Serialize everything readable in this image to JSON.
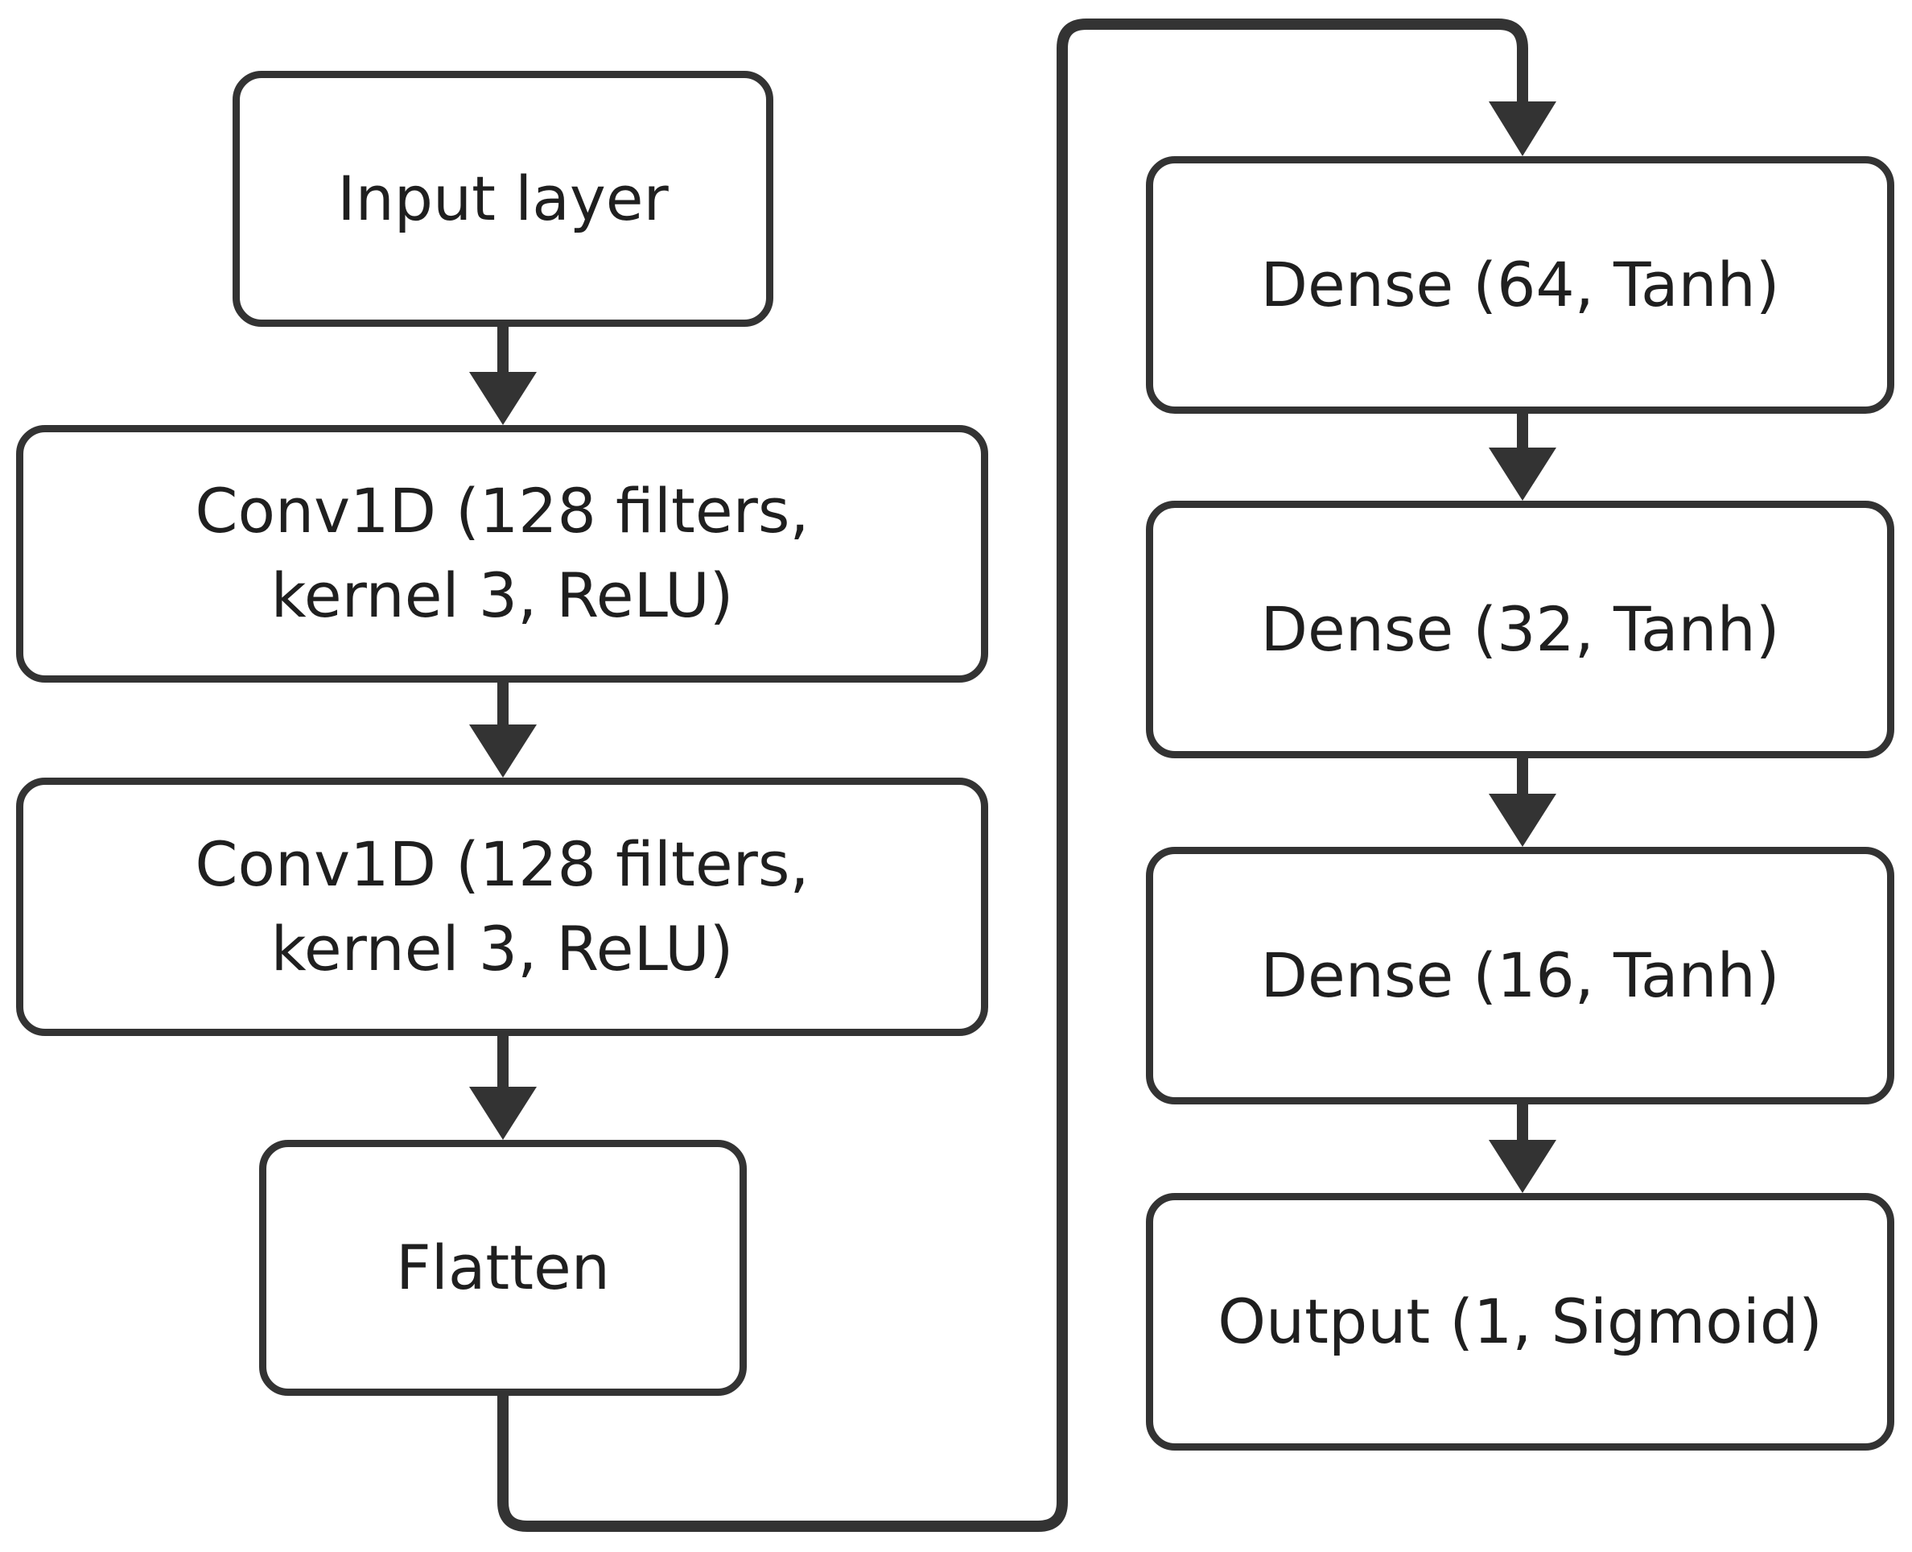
{
  "diagram": {
    "stroke_color": "#333333",
    "nodes": [
      {
        "id": "input",
        "label": "Input layer"
      },
      {
        "id": "conv1",
        "label": "Conv1D (128 filters, kernel 3, ReLU)"
      },
      {
        "id": "conv2",
        "label": "Conv1D (128 filters, kernel 3, ReLU)"
      },
      {
        "id": "flatten",
        "label": "Flatten"
      },
      {
        "id": "dense64",
        "label": "Dense (64, Tanh)"
      },
      {
        "id": "dense32",
        "label": "Dense (32, Tanh)"
      },
      {
        "id": "dense16",
        "label": "Dense (16, Tanh)"
      },
      {
        "id": "output",
        "label": "Output (1, Sigmoid)"
      }
    ],
    "edges": [
      {
        "from": "input",
        "to": "conv1"
      },
      {
        "from": "conv1",
        "to": "conv2"
      },
      {
        "from": "conv2",
        "to": "flatten"
      },
      {
        "from": "flatten",
        "to": "dense64"
      },
      {
        "from": "dense64",
        "to": "dense32"
      },
      {
        "from": "dense32",
        "to": "dense16"
      },
      {
        "from": "dense16",
        "to": "output"
      }
    ]
  }
}
